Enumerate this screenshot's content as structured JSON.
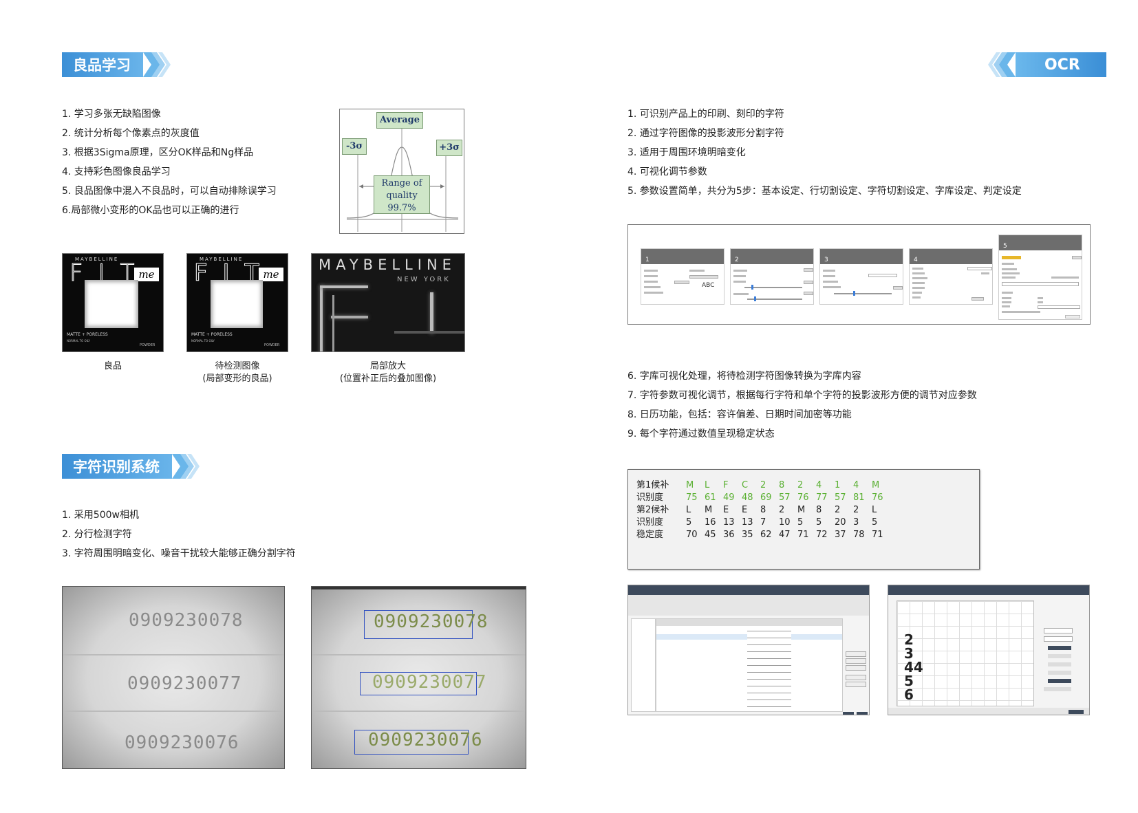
{
  "left": {
    "good_learning": {
      "title": "良品学习",
      "items": [
        "1. 学习多张无缺陷图像",
        "2. 统计分析每个像素点的灰度值",
        "3. 根据3Sigma原理，区分OK样品和Ng样品",
        "4. 支持彩色图像良品学习",
        "5. 良品图像中混入不良品时，可以自动排除误学习",
        "6.局部微小变形的OK品也可以正确的进行"
      ],
      "diagram": {
        "average": "Average",
        "minus": "-3σ",
        "plus": "+3σ",
        "range_l1": "Range of",
        "range_l2": "quality",
        "range_l3": "99.7%"
      },
      "images": [
        {
          "caption1": "良品",
          "caption2": ""
        },
        {
          "caption1": "待检测图像",
          "caption2": "(局部变形的良品)"
        },
        {
          "caption1": "局部放大",
          "caption2": "(位置补正后的叠加图像)"
        }
      ],
      "card_text": {
        "brand": "MAYBELLINE",
        "brand_sub": "NEW YORK",
        "fit": "FIT",
        "me": "me",
        "matte": "MATTE + PORELESS",
        "normal": "NORMAL TO OILY",
        "powder": "POWDER"
      }
    },
    "char_recognition": {
      "title": "字符识别系统",
      "items": [
        "1. 采用500w相机",
        "2. 分行检测字符",
        "3. 字符周围明暗变化、噪音干扰较大能够正确分割字符"
      ],
      "lines": [
        "0909230078",
        "0909230077",
        "0909230076"
      ]
    }
  },
  "right": {
    "ocr": {
      "title": "OCR",
      "items1": [
        "1. 可识别产品上的印刷、刻印的字符",
        "2. 通过字符图像的投影波形分割字符",
        "3. 适用于周围环境明暗变化",
        "4. 可视化调节参数",
        "5. 参数设置简单，共分为5步：基本设定、行切割设定、字符切割设定、字库设定、判定设定"
      ],
      "steps": [
        "1",
        "2",
        "3",
        "4",
        "5"
      ],
      "step_sample": "ABC",
      "items2": [
        "6. 字库可视化处理，将待检测字符图像转换为字库内容",
        "7. 字符参数可视化调节，根据每行字符和单个字符的投影波形方便的调节对应参数",
        "8. 日历功能，包括：容许偏差、日期时间加密等功能",
        "9. 每个字符通过数值呈现稳定状态"
      ],
      "candidate_table": {
        "rows": [
          {
            "label": "第1候补",
            "values": [
              "M",
              "L",
              "F",
              "C",
              "2",
              "8",
              "2",
              "4",
              "1",
              "4",
              "M"
            ],
            "green": true
          },
          {
            "label": "识别度",
            "values": [
              "75",
              "61",
              "49",
              "48",
              "69",
              "57",
              "76",
              "77",
              "57",
              "81",
              "76"
            ],
            "green": true
          },
          {
            "label": "第2候补",
            "values": [
              "L",
              "M",
              "E",
              "E",
              "8",
              "2",
              "M",
              "8",
              "2",
              "2",
              "L"
            ],
            "green": false
          },
          {
            "label": "识别度",
            "values": [
              "5",
              "16",
              "13",
              "13",
              "7",
              "10",
              "5",
              "5",
              "20",
              "3",
              "5"
            ],
            "green": false
          },
          {
            "label": "稳定度",
            "values": [
              "70",
              "45",
              "36",
              "35",
              "62",
              "47",
              "71",
              "72",
              "37",
              "78",
              "71"
            ],
            "green": false
          }
        ]
      },
      "glyph_digits": [
        "2",
        "3",
        "44",
        "5",
        "6"
      ]
    }
  },
  "colors": {
    "banner_blue": "#3c8fd6",
    "banner_light": "#69b4ea",
    "green_text": "#5ab032",
    "box_blue": "#2f4fc0",
    "diagram_green": "#cfe6c8"
  }
}
